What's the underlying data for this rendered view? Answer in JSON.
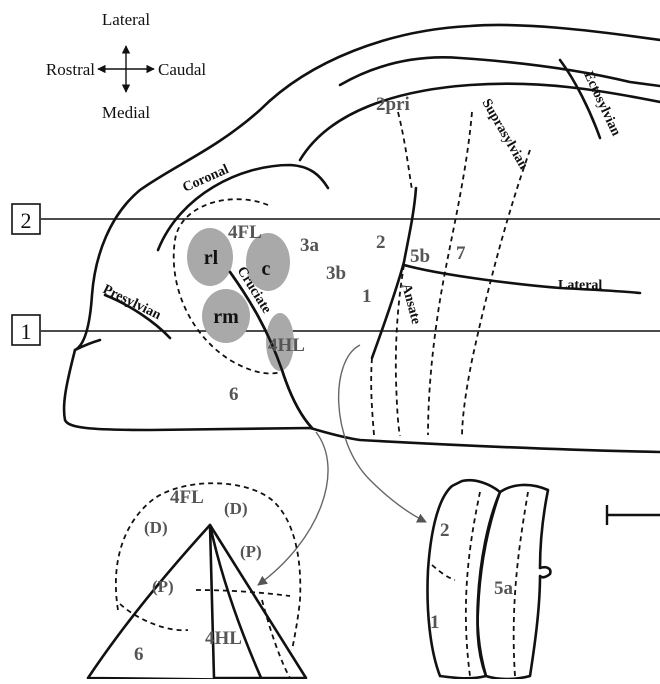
{
  "orientation": {
    "up": "Lateral",
    "left": "Rostral",
    "right": "Caudal",
    "down": "Medial"
  },
  "section_lines": [
    "2",
    "1"
  ],
  "sulci": {
    "coronal": "Coronal",
    "presylvian": "Presylvian",
    "cruciate": "Cruciate",
    "ansate": "Ansate",
    "lateral": "Lateral",
    "suprasylvian": "Suprasylvian",
    "ectosylvian": "Ectosylvian"
  },
  "areas": {
    "a4fl": "4FL",
    "a3a": "3a",
    "a3b": "3b",
    "a2": "2",
    "a1": "1",
    "a5b": "5b",
    "a7": "7",
    "a4hl": "4HL",
    "a6": "6",
    "a2pri": "2pri"
  },
  "motor_spots": [
    "rl",
    "c",
    "rm"
  ],
  "inset_left": {
    "a4fl": "4FL",
    "d_left": "(D)",
    "d_right": "(D)",
    "p_left": "(P)",
    "p_right": "(P)",
    "a6": "6",
    "a4hl": "4HL"
  },
  "inset_right": {
    "a2": "2",
    "a5a": "5a",
    "a1": "1"
  },
  "colors": {
    "ink": "#111111",
    "spot_fill": "#a9a9a9",
    "gray_label": "#555555",
    "arrow": "#666666"
  }
}
